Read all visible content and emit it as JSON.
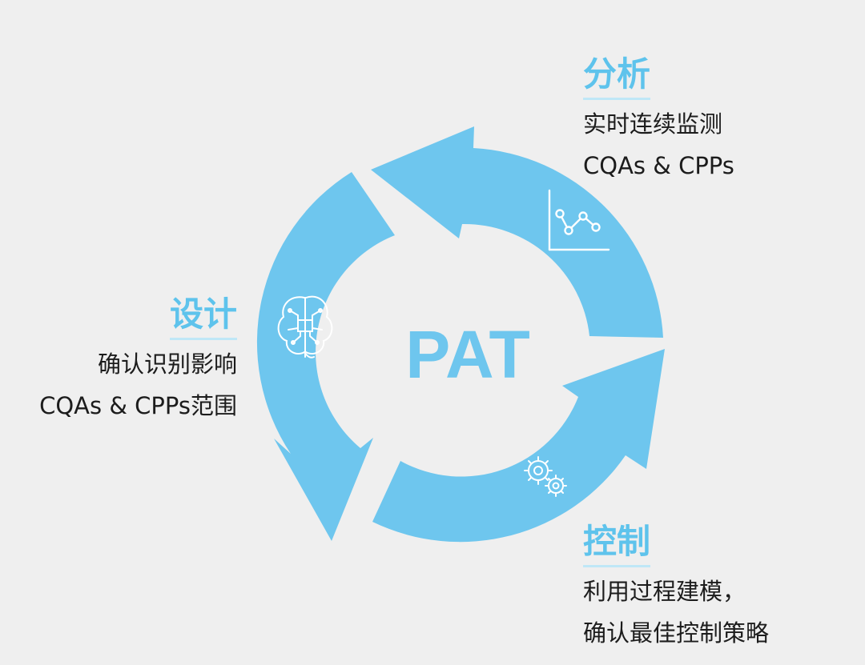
{
  "center_label": "PAT",
  "colors": {
    "ring": "#6ec6ee",
    "center_text": "#6ec6ee",
    "heading": "#5ec3ec",
    "heading_underline": "#bfe7f7",
    "body_text": "#1c1c1c",
    "background": "#efefef",
    "icon_stroke": "#ffffff"
  },
  "stages": {
    "analysis": {
      "title": "分析",
      "lines": [
        "实时连续监测",
        "CQAs & CPPs"
      ],
      "icon": "line-chart-icon"
    },
    "control": {
      "title": "控制",
      "lines": [
        "利用过程建模，",
        "确认最佳控制策略"
      ],
      "icon": "gears-icon"
    },
    "design": {
      "title": "设计",
      "lines": [
        "确认识别影响",
        "CQAs & CPPs范围"
      ],
      "icon": "brain-circuit-icon"
    }
  }
}
